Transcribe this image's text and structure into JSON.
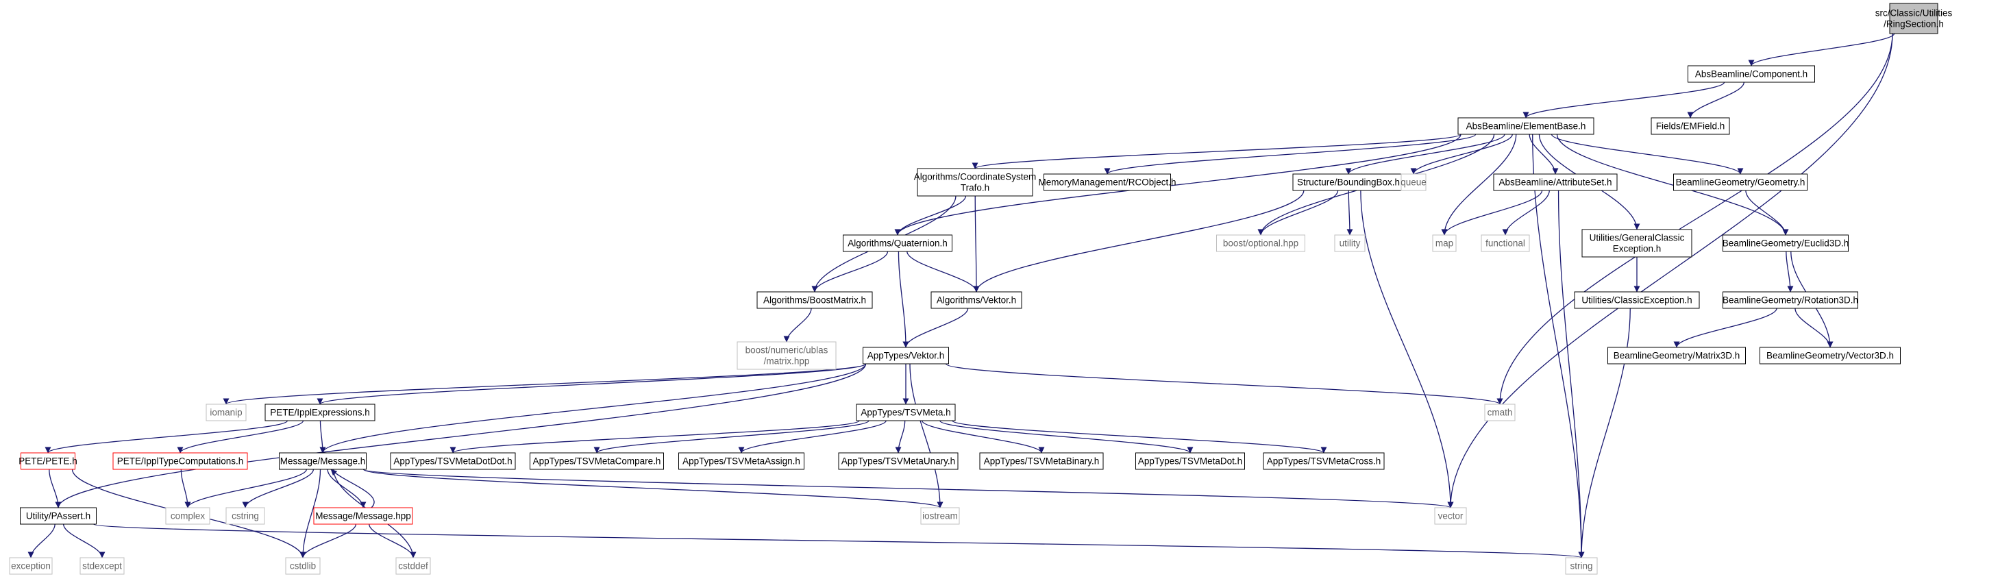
{
  "nodes": [
    {
      "id": "ring",
      "lines": [
        "src/Classic/Utilities",
        "/RingSection.h"
      ],
      "kind": "root"
    },
    {
      "id": "component",
      "lines": [
        "AbsBeamline/Component.h"
      ],
      "kind": "header"
    },
    {
      "id": "emfield",
      "lines": [
        "Fields/EMField.h"
      ],
      "kind": "header"
    },
    {
      "id": "elementbase",
      "lines": [
        "AbsBeamline/ElementBase.h"
      ],
      "kind": "header"
    },
    {
      "id": "coordtrafo",
      "lines": [
        "Algorithms/CoordinateSystem",
        "Trafo.h"
      ],
      "kind": "header"
    },
    {
      "id": "rcobject",
      "lines": [
        "MemoryManagement/RCObject.h"
      ],
      "kind": "header"
    },
    {
      "id": "boundingbox",
      "lines": [
        "Structure/BoundingBox.h"
      ],
      "kind": "header"
    },
    {
      "id": "queue",
      "lines": [
        "queue"
      ],
      "kind": "system"
    },
    {
      "id": "attributeset",
      "lines": [
        "AbsBeamline/AttributeSet.h"
      ],
      "kind": "header"
    },
    {
      "id": "geometry",
      "lines": [
        "BeamlineGeometry/Geometry.h"
      ],
      "kind": "header"
    },
    {
      "id": "quaternion",
      "lines": [
        "Algorithms/Quaternion.h"
      ],
      "kind": "header"
    },
    {
      "id": "boostoptional",
      "lines": [
        "boost/optional.hpp"
      ],
      "kind": "system"
    },
    {
      "id": "utility",
      "lines": [
        "utility"
      ],
      "kind": "system"
    },
    {
      "id": "map",
      "lines": [
        "map"
      ],
      "kind": "system"
    },
    {
      "id": "functional",
      "lines": [
        "functional"
      ],
      "kind": "system"
    },
    {
      "id": "gcexception",
      "lines": [
        "Utilities/GeneralClassic",
        "Exception.h"
      ],
      "kind": "header"
    },
    {
      "id": "euclid3d",
      "lines": [
        "BeamlineGeometry/Euclid3D.h"
      ],
      "kind": "header"
    },
    {
      "id": "boostmatrix",
      "lines": [
        "Algorithms/BoostMatrix.h"
      ],
      "kind": "header"
    },
    {
      "id": "algvektor",
      "lines": [
        "Algorithms/Vektor.h"
      ],
      "kind": "header"
    },
    {
      "id": "classicexception",
      "lines": [
        "Utilities/ClassicException.h"
      ],
      "kind": "header"
    },
    {
      "id": "rotation3d",
      "lines": [
        "BeamlineGeometry/Rotation3D.h"
      ],
      "kind": "header"
    },
    {
      "id": "ublas",
      "lines": [
        "boost/numeric/ublas",
        "/matrix.hpp"
      ],
      "kind": "system"
    },
    {
      "id": "matrix3d",
      "lines": [
        "BeamlineGeometry/Matrix3D.h"
      ],
      "kind": "header"
    },
    {
      "id": "vector3d",
      "lines": [
        "BeamlineGeometry/Vector3D.h"
      ],
      "kind": "header"
    },
    {
      "id": "appvektor",
      "lines": [
        "AppTypes/Vektor.h"
      ],
      "kind": "header"
    },
    {
      "id": "iomanip",
      "lines": [
        "iomanip"
      ],
      "kind": "system"
    },
    {
      "id": "ipplexpr",
      "lines": [
        "PETE/IpplExpressions.h"
      ],
      "kind": "header"
    },
    {
      "id": "tsvmeta",
      "lines": [
        "AppTypes/TSVMeta.h"
      ],
      "kind": "header"
    },
    {
      "id": "cmath",
      "lines": [
        "cmath"
      ],
      "kind": "system"
    },
    {
      "id": "pete",
      "lines": [
        "PETE/PETE.h"
      ],
      "kind": "truncated"
    },
    {
      "id": "ippltype",
      "lines": [
        "PETE/IpplTypeComputations.h"
      ],
      "kind": "truncated"
    },
    {
      "id": "message",
      "lines": [
        "Message/Message.h"
      ],
      "kind": "header"
    },
    {
      "id": "tsvdotdot",
      "lines": [
        "AppTypes/TSVMetaDotDot.h"
      ],
      "kind": "header"
    },
    {
      "id": "tsvcompare",
      "lines": [
        "AppTypes/TSVMetaCompare.h"
      ],
      "kind": "header"
    },
    {
      "id": "tsvassign",
      "lines": [
        "AppTypes/TSVMetaAssign.h"
      ],
      "kind": "header"
    },
    {
      "id": "tsvunary",
      "lines": [
        "AppTypes/TSVMetaUnary.h"
      ],
      "kind": "header"
    },
    {
      "id": "tsvbinary",
      "lines": [
        "AppTypes/TSVMetaBinary.h"
      ],
      "kind": "header"
    },
    {
      "id": "tsvdot",
      "lines": [
        "AppTypes/TSVMetaDot.h"
      ],
      "kind": "header"
    },
    {
      "id": "tsvcross",
      "lines": [
        "AppTypes/TSVMetaCross.h"
      ],
      "kind": "header"
    },
    {
      "id": "passert",
      "lines": [
        "Utility/PAssert.h"
      ],
      "kind": "header"
    },
    {
      "id": "complex",
      "lines": [
        "complex"
      ],
      "kind": "system"
    },
    {
      "id": "cstring",
      "lines": [
        "cstring"
      ],
      "kind": "system"
    },
    {
      "id": "messagehpp",
      "lines": [
        "Message/Message.hpp"
      ],
      "kind": "truncated"
    },
    {
      "id": "iostream",
      "lines": [
        "iostream"
      ],
      "kind": "system"
    },
    {
      "id": "vector",
      "lines": [
        "vector"
      ],
      "kind": "system"
    },
    {
      "id": "exception",
      "lines": [
        "exception"
      ],
      "kind": "system"
    },
    {
      "id": "stdexcept",
      "lines": [
        "stdexcept"
      ],
      "kind": "system"
    },
    {
      "id": "cstdlib",
      "lines": [
        "cstdlib"
      ],
      "kind": "system"
    },
    {
      "id": "cstddef",
      "lines": [
        "cstddef"
      ],
      "kind": "system"
    },
    {
      "id": "string",
      "lines": [
        "string"
      ],
      "kind": "system"
    }
  ],
  "edges": [
    [
      "ring",
      "component"
    ],
    [
      "ring",
      "cmath"
    ],
    [
      "ring",
      "vector"
    ],
    [
      "component",
      "elementbase"
    ],
    [
      "component",
      "emfield"
    ],
    [
      "elementbase",
      "coordtrafo"
    ],
    [
      "elementbase",
      "rcobject"
    ],
    [
      "elementbase",
      "boundingbox"
    ],
    [
      "elementbase",
      "queue"
    ],
    [
      "elementbase",
      "attributeset"
    ],
    [
      "elementbase",
      "geometry"
    ],
    [
      "elementbase",
      "quaternion"
    ],
    [
      "elementbase",
      "boostoptional"
    ],
    [
      "elementbase",
      "map"
    ],
    [
      "elementbase",
      "gcexception"
    ],
    [
      "elementbase",
      "euclid3d"
    ],
    [
      "elementbase",
      "string"
    ],
    [
      "coordtrafo",
      "quaternion"
    ],
    [
      "coordtrafo",
      "boostmatrix"
    ],
    [
      "coordtrafo",
      "algvektor"
    ],
    [
      "boundingbox",
      "boostoptional"
    ],
    [
      "boundingbox",
      "utility"
    ],
    [
      "boundingbox",
      "algvektor"
    ],
    [
      "boundingbox",
      "vector"
    ],
    [
      "attributeset",
      "map"
    ],
    [
      "attributeset",
      "functional"
    ],
    [
      "attributeset",
      "string"
    ],
    [
      "geometry",
      "euclid3d"
    ],
    [
      "quaternion",
      "boostmatrix"
    ],
    [
      "quaternion",
      "algvektor"
    ],
    [
      "quaternion",
      "appvektor"
    ],
    [
      "gcexception",
      "classicexception"
    ],
    [
      "classicexception",
      "string"
    ],
    [
      "euclid3d",
      "rotation3d"
    ],
    [
      "euclid3d",
      "vector3d"
    ],
    [
      "rotation3d",
      "matrix3d"
    ],
    [
      "rotation3d",
      "vector3d"
    ],
    [
      "boostmatrix",
      "ublas"
    ],
    [
      "algvektor",
      "appvektor"
    ],
    [
      "appvektor",
      "iomanip"
    ],
    [
      "appvektor",
      "ipplexpr"
    ],
    [
      "appvektor",
      "tsvmeta"
    ],
    [
      "appvektor",
      "cmath"
    ],
    [
      "appvektor",
      "message"
    ],
    [
      "appvektor",
      "iostream"
    ],
    [
      "appvektor",
      "passert"
    ],
    [
      "ipplexpr",
      "pete"
    ],
    [
      "ipplexpr",
      "ippltype"
    ],
    [
      "ipplexpr",
      "message"
    ],
    [
      "tsvmeta",
      "tsvdotdot"
    ],
    [
      "tsvmeta",
      "tsvcompare"
    ],
    [
      "tsvmeta",
      "tsvassign"
    ],
    [
      "tsvmeta",
      "tsvunary"
    ],
    [
      "tsvmeta",
      "tsvbinary"
    ],
    [
      "tsvmeta",
      "tsvdot"
    ],
    [
      "tsvmeta",
      "tsvcross"
    ],
    [
      "pete",
      "passert"
    ],
    [
      "pete",
      "cstdlib"
    ],
    [
      "ippltype",
      "complex"
    ],
    [
      "message",
      "complex"
    ],
    [
      "message",
      "cstring"
    ],
    [
      "message",
      "messagehpp"
    ],
    [
      "message",
      "iostream"
    ],
    [
      "message",
      "vector"
    ],
    [
      "message",
      "cstdlib"
    ],
    [
      "message",
      "cstddef"
    ],
    [
      "messagehpp",
      "message"
    ],
    [
      "messagehpp",
      "cstdlib"
    ],
    [
      "messagehpp",
      "cstddef"
    ],
    [
      "passert",
      "exception"
    ],
    [
      "passert",
      "stdexcept"
    ],
    [
      "passert",
      "string"
    ]
  ]
}
